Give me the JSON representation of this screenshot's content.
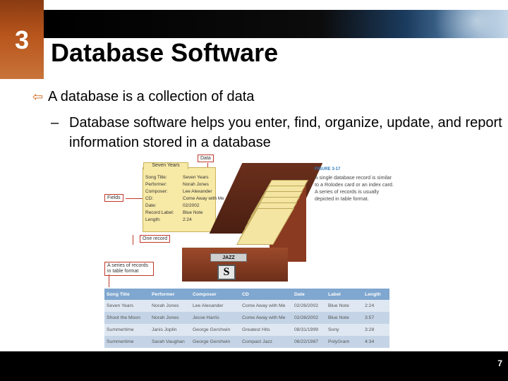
{
  "slide": {
    "chapter_number": "3",
    "title": "Database Software",
    "bullet": "A database is a collection of data",
    "sub_dash": "–",
    "sub_bullet": "Database software helps you enter, find, organize, update, and report information stored in a database",
    "page_number": "7"
  },
  "figure": {
    "tag": "FIGURE 3-17",
    "caption": "A single database record is similar to a Rolodex card or an index card. A series of records is usually depicted in table format.",
    "callouts": {
      "data": "Data",
      "fields": "Fields",
      "one_record": "One record",
      "series": "A series of records in table format"
    },
    "card": {
      "tab_title": "Seven Years",
      "rows": [
        {
          "field": "Song Title:",
          "value": "Seven Years"
        },
        {
          "field": "Performer:",
          "value": "Norah Jones"
        },
        {
          "field": "Composer:",
          "value": "Lee Alexander"
        },
        {
          "field": "CD:",
          "value": "Come Away with Me"
        },
        {
          "field": "Date:",
          "value": "02/2002"
        },
        {
          "field": "Record Label:",
          "value": "Blue Note"
        },
        {
          "field": "Length:",
          "value": "2:24"
        }
      ]
    },
    "box_label": "JAZZ",
    "box_letter": "S",
    "table": {
      "headers": [
        "Song Title",
        "Performer",
        "Composer",
        "CD",
        "Date",
        "Label",
        "Length"
      ],
      "rows": [
        [
          "Seven Years",
          "Norah Jones",
          "Lee Alexander",
          "Come Away with Me",
          "02/26/2002",
          "Blue Note",
          "2:24"
        ],
        [
          "Shoot the Moon",
          "Norah Jones",
          "Jesse Harris",
          "Come Away with Me",
          "02/26/2002",
          "Blue Note",
          "3:57"
        ],
        [
          "Summertime",
          "Janis Joplin",
          "George Gershwin",
          "Greatest Hits",
          "08/31/1999",
          "Sony",
          "3:28"
        ],
        [
          "Summertime",
          "Sarah Vaughan",
          "George Gershwin",
          "Compact Jazz",
          "06/22/1987",
          "PolyGram",
          "4:34"
        ]
      ]
    }
  },
  "colors": {
    "accent_orange": "#d06a22",
    "chapter_block": "#b8551c",
    "table_header": "#7fa7cf"
  },
  "icons": {
    "bullet": "arrow-bullet-icon"
  }
}
